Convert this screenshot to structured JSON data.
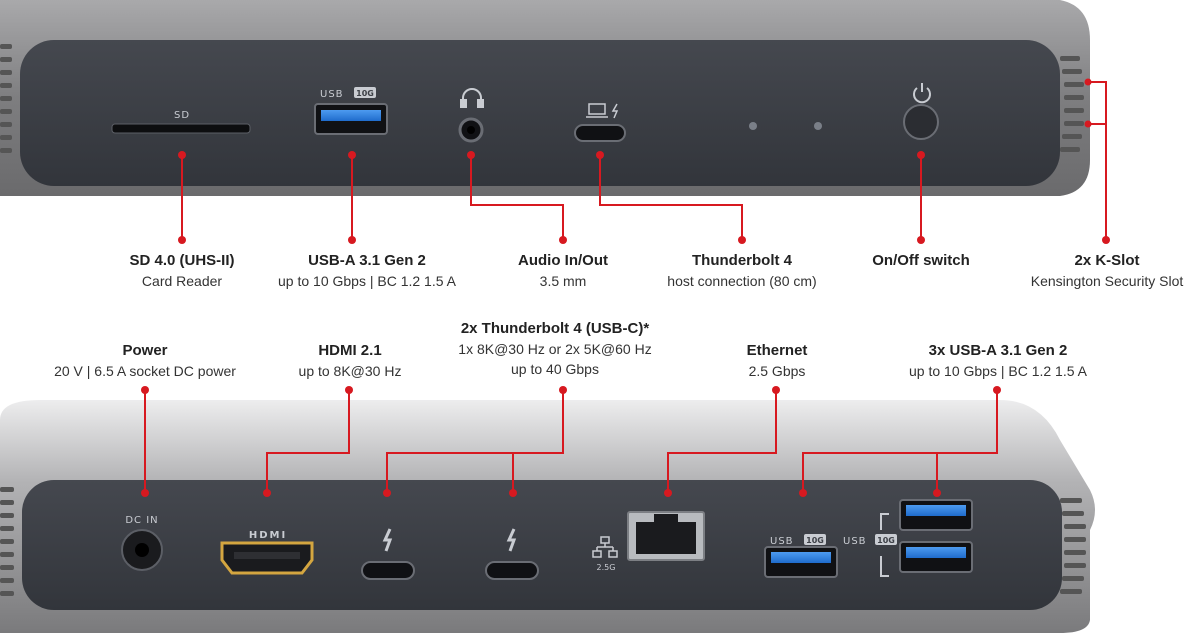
{
  "top_panel": {
    "silk": {
      "sd": "SD",
      "usb": "USB",
      "usb_badge": "10G"
    },
    "labels": {
      "sd": {
        "title": "SD 4.0 (UHS-II)",
        "sub": "Card Reader"
      },
      "usb_a": {
        "title": "USB-A 3.1 Gen 2",
        "sub": "up to 10 Gbps | BC 1.2 1.5 A"
      },
      "audio": {
        "title": "Audio In/Out",
        "sub": "3.5 mm"
      },
      "thunderbolt": {
        "title": "Thunderbolt 4",
        "sub": "host connection (80 cm)"
      },
      "power_switch": {
        "title": "On/Off switch"
      },
      "kslot": {
        "title": "2x K-Slot",
        "sub": "Kensington Security Slot"
      }
    }
  },
  "bottom_panel": {
    "silk": {
      "dc_in": "DC IN",
      "hdmi": "HDMI",
      "ethernet_speed": "2.5G",
      "usb": "USB",
      "usb_badge": "10G"
    },
    "labels": {
      "power": {
        "title": "Power",
        "sub": "20 V | 6.5 A socket DC power"
      },
      "hdmi": {
        "title": "HDMI 2.1",
        "sub": "up to 8K@30 Hz"
      },
      "thunderbolt": {
        "title": "2x Thunderbolt 4 (USB-C)*",
        "sub1": "1x 8K@30 Hz or 2x 5K@60 Hz",
        "sub2": "up to 40 Gbps"
      },
      "ethernet": {
        "title": "Ethernet",
        "sub": "2.5 Gbps"
      },
      "usb_a": {
        "title": "3x USB-A 3.1 Gen 2",
        "sub": "up to 10 Gbps | BC 1.2 1.5 A"
      }
    }
  },
  "colors": {
    "callout": "#d71920",
    "face": "#3d4047",
    "shell": "#8a8a8c",
    "usb_blue": "#2f7ed8"
  }
}
